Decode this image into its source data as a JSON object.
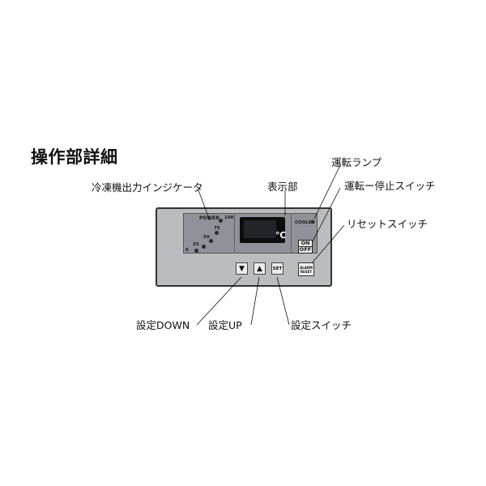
{
  "title": "操作部詳細",
  "labels": {
    "power_indicator": "冷凍機出力インジケータ",
    "display": "表示部",
    "run_lamp": "運転ランプ",
    "run_stop_switch": "運転ー停止スイッチ",
    "reset_switch": "リセットスイッチ",
    "set_down": "設定DOWN",
    "set_up": "設定UP",
    "set_switch": "設定スイッチ"
  },
  "panel": {
    "power_label": "POWER",
    "scale": [
      "0",
      "25",
      "50",
      "75",
      "100"
    ],
    "unit": "℃",
    "cooler_label": "COOLER",
    "on_label": "ON",
    "off_label": "OFF",
    "alarm_label": "ALARM",
    "reset_label": "RESET",
    "down_glyph": "▼",
    "up_glyph": "▲",
    "set_label": "SET"
  }
}
